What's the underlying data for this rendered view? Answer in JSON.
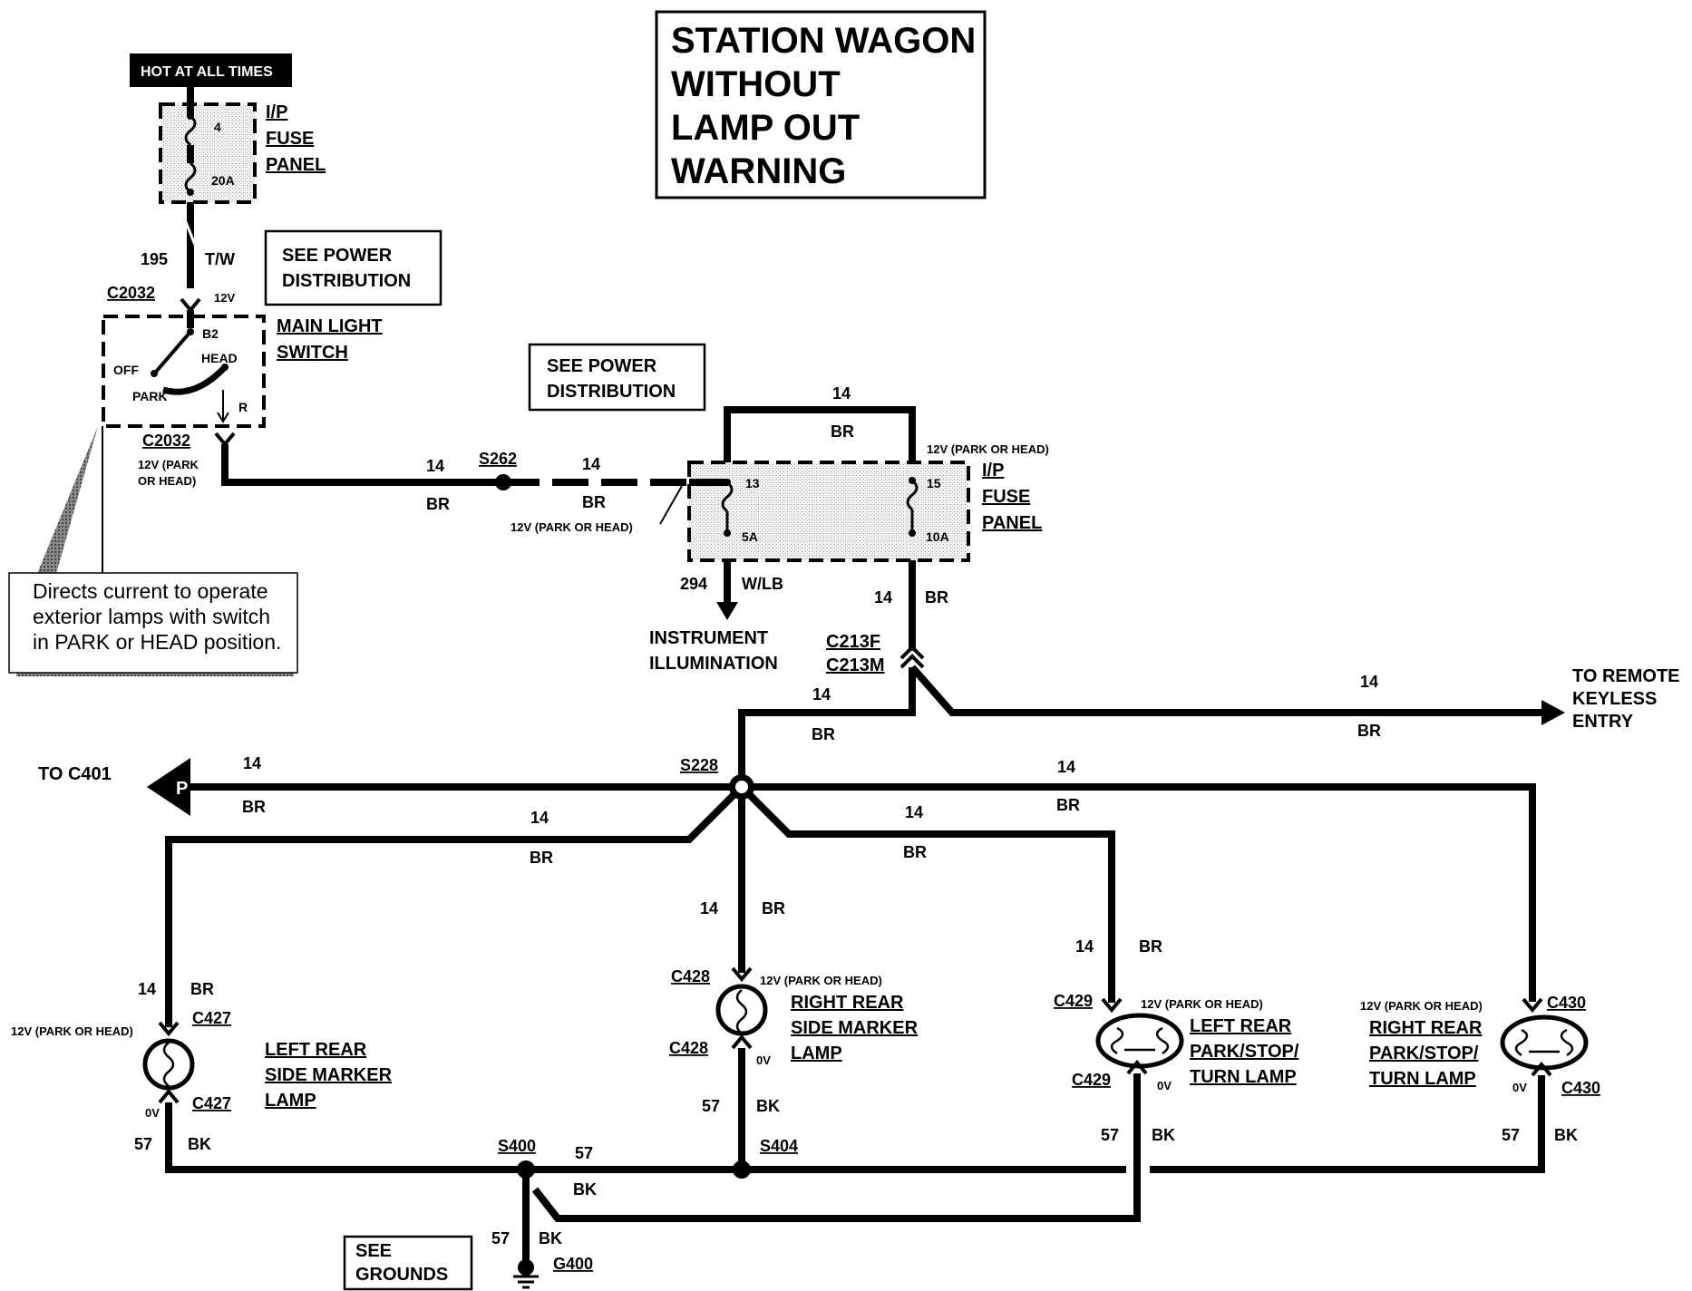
{
  "title": {
    "lines": [
      "STATION WAGON",
      "WITHOUT",
      "LAMP OUT",
      "WARNING"
    ]
  },
  "hot_label": "HOT AT ALL TIMES",
  "fuse_panel_top": {
    "name_lines": [
      "I/P",
      "FUSE",
      "PANEL"
    ],
    "fuse_number": "4",
    "fuse_rating": "20A"
  },
  "wire_195": {
    "circuit": "195",
    "color": "T/W"
  },
  "see_power_1": [
    "SEE POWER",
    "DISTRIBUTION"
  ],
  "see_power_2": [
    "SEE POWER",
    "DISTRIBUTION"
  ],
  "c2032_top": {
    "name": "C2032",
    "voltage": "12V"
  },
  "main_light_switch": {
    "name_lines": [
      "MAIN LIGHT",
      "SWITCH"
    ],
    "pin_b2": "B2",
    "pin_r": "R",
    "pos_off": "OFF",
    "pos_park": "PARK",
    "pos_head": "HEAD"
  },
  "c2032_bottom": {
    "name": "C2032",
    "voltage_lines": [
      "12V (PARK",
      "OR HEAD)"
    ]
  },
  "note_box": [
    "Directs current to operate",
    "exterior lamps with switch",
    "in PARK or HEAD position."
  ],
  "wire_to_s262": {
    "gauge": "14",
    "color": "BR"
  },
  "s262": "S262",
  "wire_s262_to_fuse": {
    "gauge": "14",
    "color": "BR",
    "voltage": "12V (PARK OR HEAD)"
  },
  "fuse_panel_mid": {
    "name_lines": [
      "I/P",
      "FUSE",
      "PANEL"
    ],
    "fuse13_number": "13",
    "fuse13_rating": "5A",
    "fuse15_number": "15",
    "fuse15_rating": "10A",
    "fuse15_voltage": "12V (PARK OR HEAD)"
  },
  "wire_loop_top": {
    "gauge": "14",
    "color": "BR"
  },
  "wire_294": {
    "circuit": "294",
    "color": "W/LB"
  },
  "instrument_illumination": [
    "INSTRUMENT",
    "ILLUMINATION"
  ],
  "wire_fuse15_down": {
    "gauge": "14",
    "color": "BR"
  },
  "c213": {
    "female": "C213F",
    "male": "C213M"
  },
  "wire_c213_to_s228": {
    "gauge": "14",
    "color": "BR"
  },
  "wire_keyless": {
    "gauge": "14",
    "color": "BR"
  },
  "to_keyless": [
    "TO REMOTE",
    "KEYLESS",
    "ENTRY"
  ],
  "s228": "S228",
  "to_c401": {
    "label": "TO C401",
    "symbol": "P",
    "gauge": "14",
    "color": "BR"
  },
  "wire_s228_left": {
    "gauge": "14",
    "color": "BR"
  },
  "wire_s228_down": {
    "gauge": "14",
    "color": "BR"
  },
  "wire_s228_c429": {
    "gauge": "14",
    "color": "BR"
  },
  "wire_s228_c430": {
    "gauge": "14",
    "color": "BR"
  },
  "wire_c429_vertical": {
    "gauge": "14",
    "color": "BR"
  },
  "lamp_c427": {
    "top_connector": "C427",
    "bottom_connector": "C427",
    "voltage": "12V (PARK OR HEAD)",
    "zero": "0V",
    "wire_in": {
      "gauge": "14",
      "color": "BR"
    },
    "wire_out": {
      "circuit": "57",
      "color": "BK"
    },
    "name_lines": [
      "LEFT REAR",
      "SIDE MARKER",
      "LAMP"
    ]
  },
  "lamp_c428": {
    "top_connector": "C428",
    "bottom_connector": "C428",
    "voltage": "12V (PARK OR HEAD)",
    "zero": "0V",
    "wire_out": {
      "circuit": "57",
      "color": "BK"
    },
    "name_lines": [
      "RIGHT REAR",
      "SIDE MARKER",
      "LAMP"
    ]
  },
  "lamp_c429": {
    "top_connector": "C429",
    "bottom_connector": "C429",
    "voltage": "12V (PARK OR HEAD)",
    "zero": "0V",
    "wire_out": {
      "circuit": "57",
      "color": "BK"
    },
    "name_lines": [
      "LEFT REAR",
      "PARK/STOP/",
      "TURN LAMP"
    ]
  },
  "lamp_c430": {
    "top_connector": "C430",
    "bottom_connector": "C430",
    "voltage": "12V (PARK OR HEAD)",
    "zero": "0V",
    "wire_out": {
      "circuit": "57",
      "color": "BK"
    },
    "name_lines": [
      "RIGHT REAR",
      "PARK/STOP/",
      "TURN LAMP"
    ]
  },
  "s400": "S400",
  "s404": "S404",
  "wire_s400_s404": {
    "circuit": "57",
    "color": "BK"
  },
  "ground": {
    "circuit": "57",
    "color": "BK",
    "name": "G400"
  },
  "see_grounds": [
    "SEE",
    "GROUNDS"
  ]
}
